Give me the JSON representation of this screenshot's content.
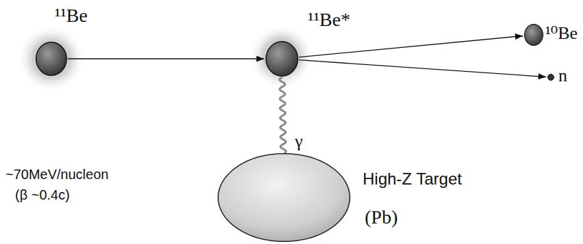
{
  "diagram": {
    "nodes": [
      {
        "text": [
          "¹¹Be"
        ]
      },
      {
        "text": [
          "¹¹Be*"
        ]
      },
      {
        "text": [
          "¹⁰Be"
        ]
      },
      {
        "text": [
          "n"
        ]
      },
      {
        "text": [
          "High-Z Target",
          "(Pb)"
        ]
      }
    ],
    "edges": [
      {
        "from": 0,
        "to": 1,
        "arrow": "to"
      },
      {
        "from": 1,
        "to": 2,
        "arrow": "to"
      },
      {
        "from": 1,
        "to": 3,
        "arrow": "to"
      },
      {
        "from": 1,
        "to": 4,
        "arrow": "none",
        "label": "γ"
      }
    ],
    "labels": [
      "~70MeV/nucleon",
      "(β ~0.4c)"
    ]
  }
}
